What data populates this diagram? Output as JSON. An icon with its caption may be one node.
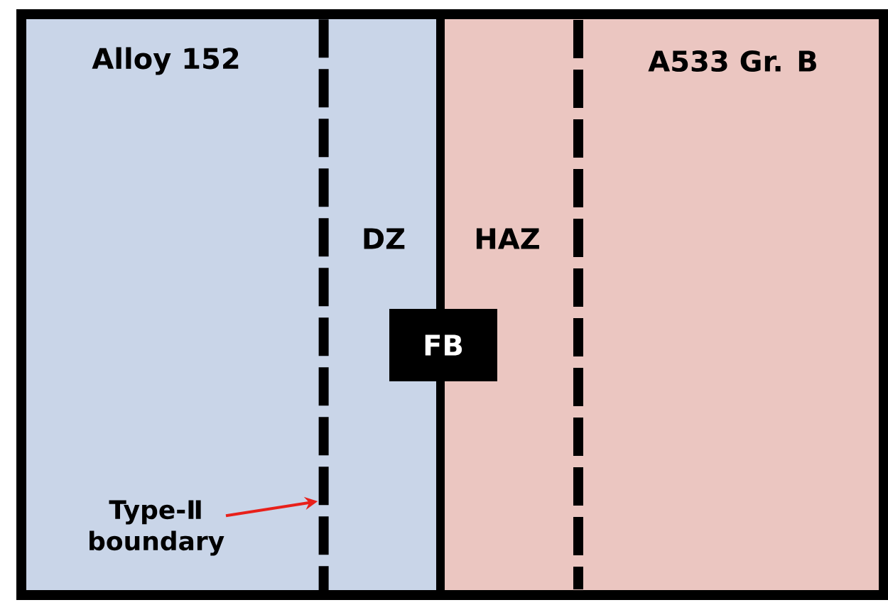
{
  "diagram": {
    "nodes": [
      {
        "text": [
          "Alloy 152"
        ]
      },
      {
        "text": [
          "A533 Gr. B"
        ]
      },
      {
        "text": [
          "FB"
        ]
      },
      {
        "text": [
          "Type-Ⅱ boundary"
        ],
        "in": 0
      },
      {
        "text": [],
        "shape": "line",
        "in": 0
      }
    ],
    "edges": [
      {
        "from": 3,
        "to": 4,
        "arrow": "to",
        "color": "#e8201a"
      }
    ],
    "labels": [
      "DZ",
      "HAZ"
    ]
  }
}
